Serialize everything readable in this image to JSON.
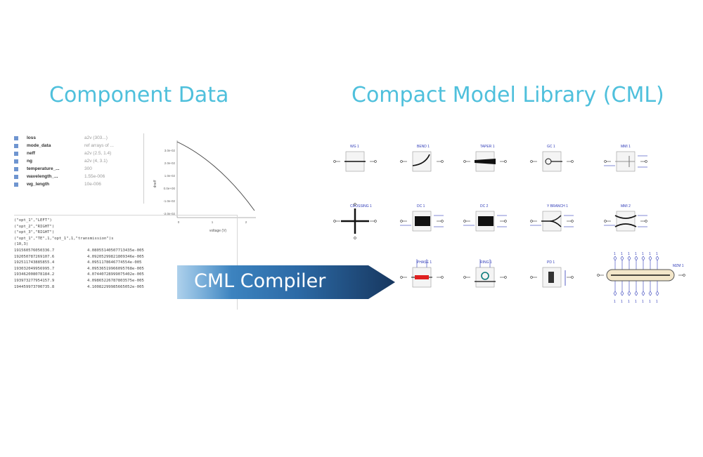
{
  "headings": {
    "component_data": "Component Data",
    "cml": "Compact Model Library (CML)"
  },
  "arrow_label": "CML Compiler",
  "properties": [
    {
      "name": "loss",
      "value": "a2v (303...)"
    },
    {
      "name": "mode_data",
      "value": "ref arrays of ..."
    },
    {
      "name": "neff",
      "value": "a2v (2.5, 1.4)"
    },
    {
      "name": "ng",
      "value": "a2v (4, 3.1)"
    },
    {
      "name": "temperature_...",
      "value": "300"
    },
    {
      "name": "wavelength_...",
      "value": "1.55e-006"
    },
    {
      "name": "wg_length",
      "value": "10e-006"
    }
  ],
  "data_header_lines": [
    "(\"opt_1\",\"LEFT\")",
    "(\"opt_2\",\"RIGHT\")",
    "(\"opt_3\",\"RIGHT\")",
    "(\"opt_1\",\"TE\",1,\"opt_1\",1,\"transmission\")s",
    "(10,3)"
  ],
  "data_rows": [
    [
      "191560576050336.7",
      "4.08055140507713435e-005"
    ],
    [
      "192050787269107.6",
      "4.09205299821809346e-005"
    ],
    [
      "192511743885855.4",
      "4.0951178646774554e-005"
    ],
    [
      "193032049956995.7",
      "4.09536519966095768e-005"
    ],
    [
      "193462008078184.2",
      "4.07440728999075402e-005"
    ],
    [
      "193973277954157.9",
      "4.09865226787803575e-005"
    ],
    [
      "194459973700735.8",
      "4.10082299985665052e-005"
    ]
  ],
  "plot": {
    "y_ticks": [
      "3.0e-02",
      "2.0e-02",
      "1.0e-02",
      "0.0e+00",
      "-1.0e-02",
      "-2.0e-02"
    ],
    "x_ticks": [
      "0",
      "1",
      "2"
    ],
    "ylabel": "dneff",
    "xlabel": "voltage (V)"
  },
  "cml_components": [
    {
      "label": "WG 1",
      "icon": "waveguide-icon"
    },
    {
      "label": "BEND 1",
      "icon": "bend-icon"
    },
    {
      "label": "TAPER 1",
      "icon": "taper-icon"
    },
    {
      "label": "GC 1",
      "icon": "grating-coupler-icon"
    },
    {
      "label": "MMI 1",
      "icon": "mmi-icon"
    },
    {
      "label": "CROSSING 1",
      "icon": "crossing-icon"
    },
    {
      "label": "DC 1",
      "icon": "directional-coupler-icon"
    },
    {
      "label": "DC 2",
      "icon": "directional-coupler-icon"
    },
    {
      "label": "Y BRANCH 1",
      "icon": "y-branch-icon"
    },
    {
      "label": "MMI 2",
      "icon": "mmi-2x2-icon"
    },
    {
      "label": "PHASE 1",
      "icon": "phase-modulator-icon"
    },
    {
      "label": "RING 1",
      "icon": "ring-resonator-icon"
    },
    {
      "label": "PD 1",
      "icon": "photodetector-icon"
    },
    {
      "label": "MZM 1",
      "icon": "mzm-icon"
    }
  ],
  "colors": {
    "heading": "#4fc0dc",
    "arrow_light": "#3f8bc9",
    "arrow_dark": "#1b3e6b",
    "symbol_blue": "#2f3bb8",
    "phase_red": "#e02020"
  }
}
